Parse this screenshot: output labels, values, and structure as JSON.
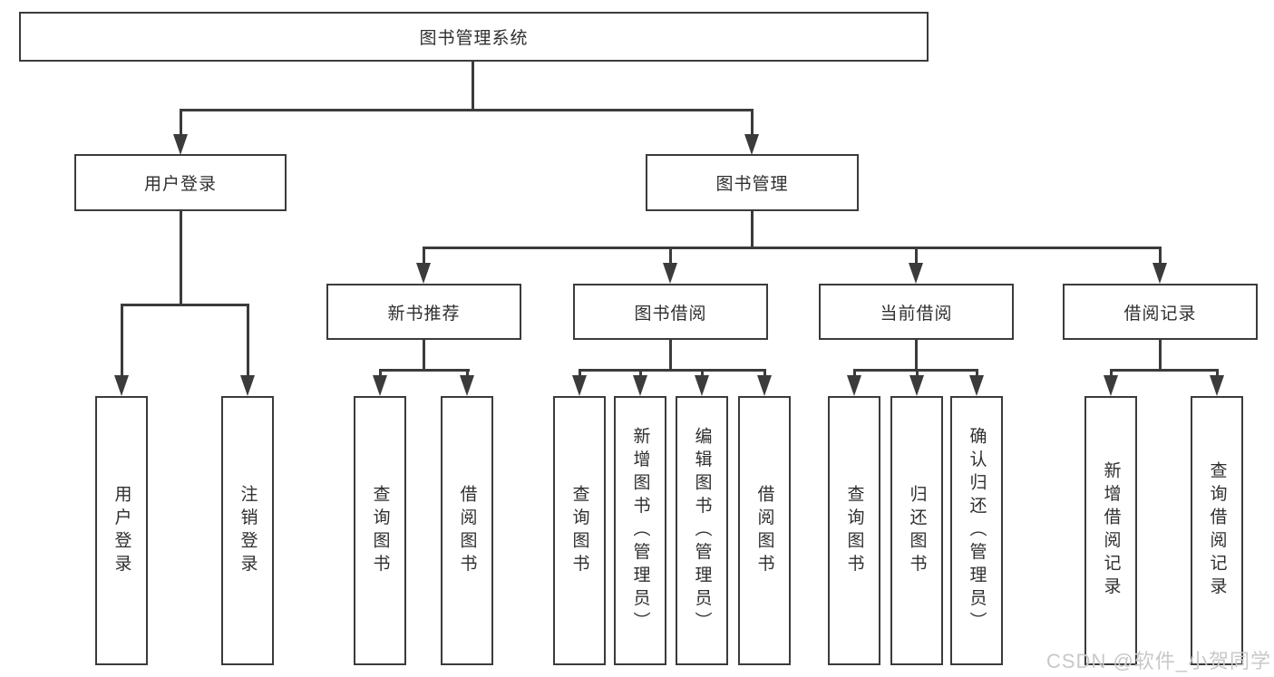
{
  "tree": {
    "label": "图书管理系统",
    "children": [
      {
        "label": "用户登录",
        "children": [
          {
            "label": "用户登录"
          },
          {
            "label": "注销登录"
          }
        ]
      },
      {
        "label": "图书管理",
        "children": [
          {
            "label": "新书推荐",
            "children": [
              {
                "label": "查询图书"
              },
              {
                "label": "借阅图书"
              }
            ]
          },
          {
            "label": "图书借阅",
            "children": [
              {
                "label": "查询图书"
              },
              {
                "label": "新增图书（管理员）"
              },
              {
                "label": "编辑图书（管理员）"
              },
              {
                "label": "借阅图书"
              }
            ]
          },
          {
            "label": "当前借阅",
            "children": [
              {
                "label": "查询图书"
              },
              {
                "label": "归还图书"
              },
              {
                "label": "确认归还（管理员）"
              }
            ]
          },
          {
            "label": "借阅记录",
            "children": [
              {
                "label": "新增借阅记录"
              },
              {
                "label": "查询借阅记录"
              }
            ]
          }
        ]
      }
    ]
  },
  "watermark": {
    "text": "CSDN @软件_小贺同学"
  },
  "colors": {
    "line": "#3b3b3b",
    "text": "#2f2f2f",
    "watermark": "#c8c8c8",
    "background": "#ffffff"
  }
}
